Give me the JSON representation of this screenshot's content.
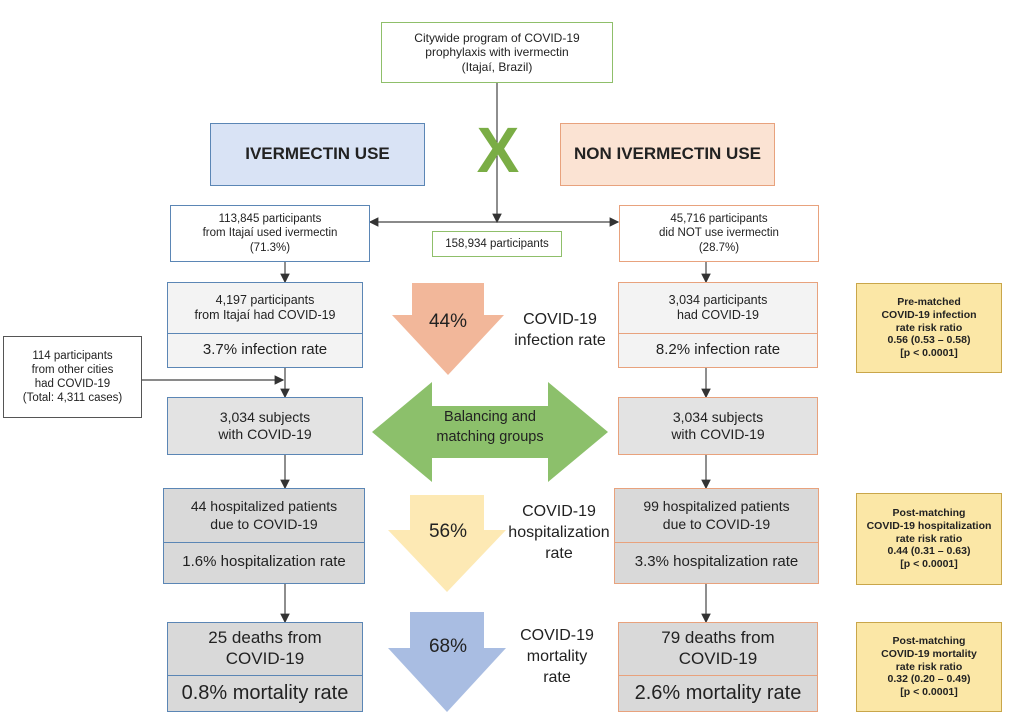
{
  "top_box": "Citywide program of COVID-19\nprophylaxis with ivermectin\n(Itajaí, Brazil)",
  "header_left": "IVERMECTIN USE",
  "header_right": "NON IVERMECTIN USE",
  "x_symbol": "X",
  "total_participants": "158,934 participants",
  "left": {
    "participants": "113,845 participants\nfrom Itajaí used ivermectin\n(71.3%)",
    "covid": "4,197 participants\nfrom Itajaí had COVID-19",
    "infection_rate": "3.7% infection rate",
    "subjects": "3,034 subjects\nwith COVID-19",
    "hospitalized": "44 hospitalized patients\ndue to COVID-19",
    "hospitalization_rate": "1.6% hospitalization rate",
    "deaths": "25 deaths from\nCOVID-19",
    "mortality_rate": "0.8% mortality rate"
  },
  "right": {
    "participants": "45,716 participants\ndid NOT use ivermectin\n(28.7%)",
    "covid": "3,034 participants\nhad COVID-19",
    "infection_rate": "8.2% infection rate",
    "subjects": "3,034 subjects\nwith COVID-19",
    "hospitalized": "99 hospitalized patients\ndue to COVID-19",
    "hospitalization_rate": "3.3% hospitalization rate",
    "deaths": "79 deaths from\nCOVID-19",
    "mortality_rate": "2.6% mortality rate"
  },
  "other_cities": "114 participants\nfrom other cities\nhad COVID-19\n(Total: 4,311 cases)",
  "middle": {
    "infection_pct": "44%",
    "infection_label": "COVID-19\ninfection rate",
    "balancing": "Balancing and\nmatching groups",
    "hospitalization_pct": "56%",
    "hospitalization_label": "COVID-19\nhospitalization\nrate",
    "mortality_pct": "68%",
    "mortality_label": "COVID-19\nmortality\nrate"
  },
  "notes": {
    "infection": "Pre-matched\nCOVID-19 infection\nrate risk ratio\n0.56 (0.53 –  0.58)\n[p < 0.0001]",
    "hospitalization": "Post-matching\nCOVID-19 hospitalization\nrate risk ratio\n0.44 (0.31 – 0.63)\n[p < 0.0001]",
    "mortality": "Post-matching\nCOVID-19 mortality\nrate risk ratio\n0.32 (0.20 – 0.49)\n[p < 0.0001]"
  },
  "colors": {
    "blue_header": "#d9e3f5",
    "orange_header": "#fbe3d3",
    "green_x": "#7aad45",
    "infection_arrow": "#f2b79a",
    "balancing_arrow": "#8cc06b",
    "hospitalization_arrow": "#fde9b4",
    "mortality_arrow": "#a9bde2"
  }
}
